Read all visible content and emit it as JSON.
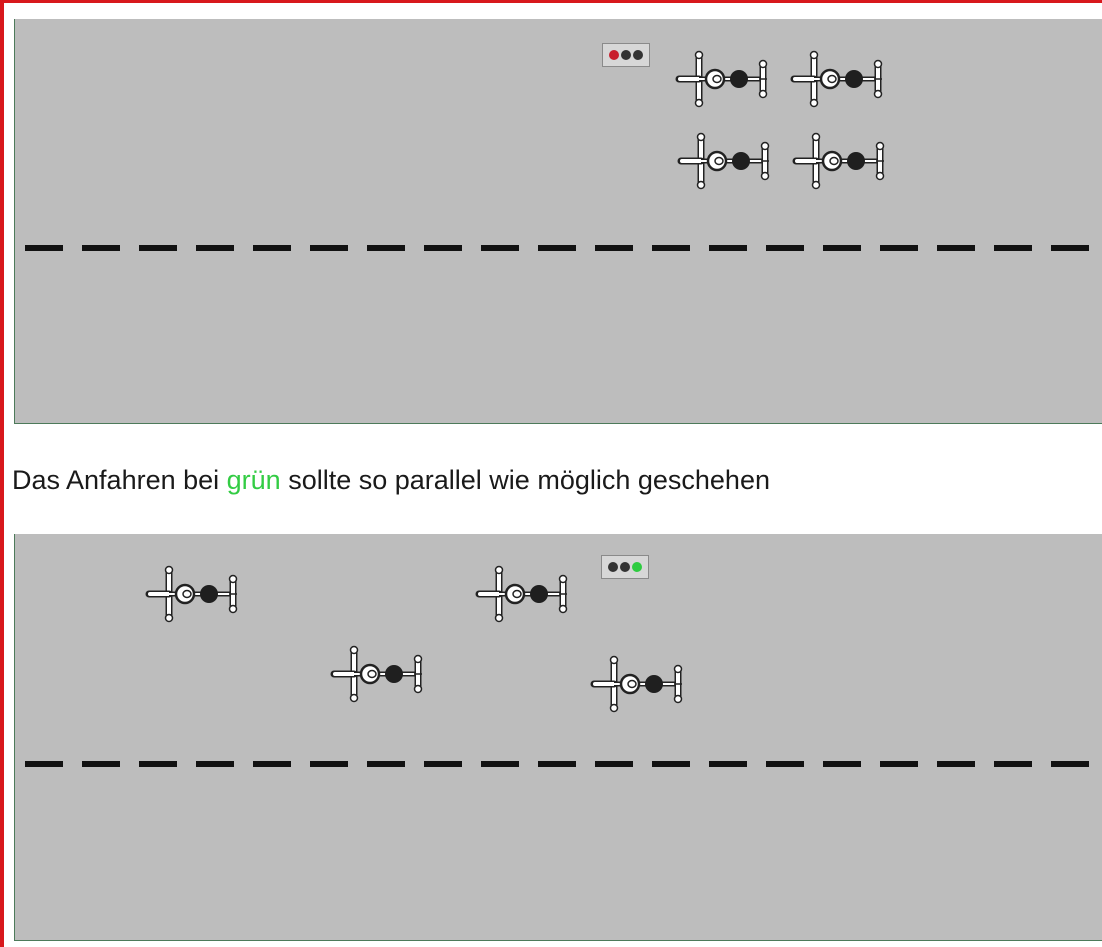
{
  "caption": {
    "before": "Das Anfahren bei ",
    "highlight": "grün",
    "after": " sollte so parallel wie möglich geschehen"
  },
  "colors": {
    "border": "#d8181c",
    "road": "#bdbdbd",
    "lane_marking": "#111111",
    "highlight": "#33cc44",
    "lamp_red": "#c81e2c",
    "lamp_off": "#333333",
    "lamp_green": "#2ecc40"
  },
  "panels": [
    {
      "traffic_light_state": "red",
      "lamps": [
        "red",
        "off",
        "off"
      ],
      "cyclist_icon": "bicycle-top-view-icon",
      "cyclist_count": 4
    },
    {
      "traffic_light_state": "green",
      "lamps": [
        "off",
        "off",
        "green"
      ],
      "cyclist_icon": "bicycle-top-view-icon",
      "cyclist_count": 4
    }
  ]
}
